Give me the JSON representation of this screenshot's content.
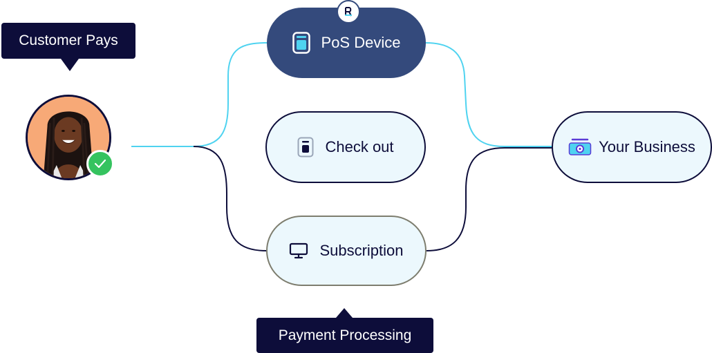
{
  "callouts": {
    "customer": "Customer Pays",
    "processing": "Payment Processing"
  },
  "nodes": {
    "pos": {
      "label": "PoS Device",
      "icon": "pos-terminal-icon"
    },
    "checkout": {
      "label": "Check out",
      "icon": "card-reader-icon"
    },
    "subscription": {
      "label": "Subscription",
      "icon": "monitor-icon"
    },
    "business": {
      "label": "Your Business",
      "icon": "money-icon"
    }
  },
  "brand_badge": {
    "icon": "brand-logo-icon"
  },
  "avatar": {
    "icon": "customer-avatar",
    "status": "check-icon"
  },
  "colors": {
    "navy": "#0d0d3a",
    "pos_fill": "#344a7c",
    "pill_fill": "#ecf8fd",
    "connector_cyan": "#4fd3f0",
    "connector_dark": "#0d0d3a",
    "check_green": "#35c35f",
    "avatar_bg": "#f7a977"
  }
}
